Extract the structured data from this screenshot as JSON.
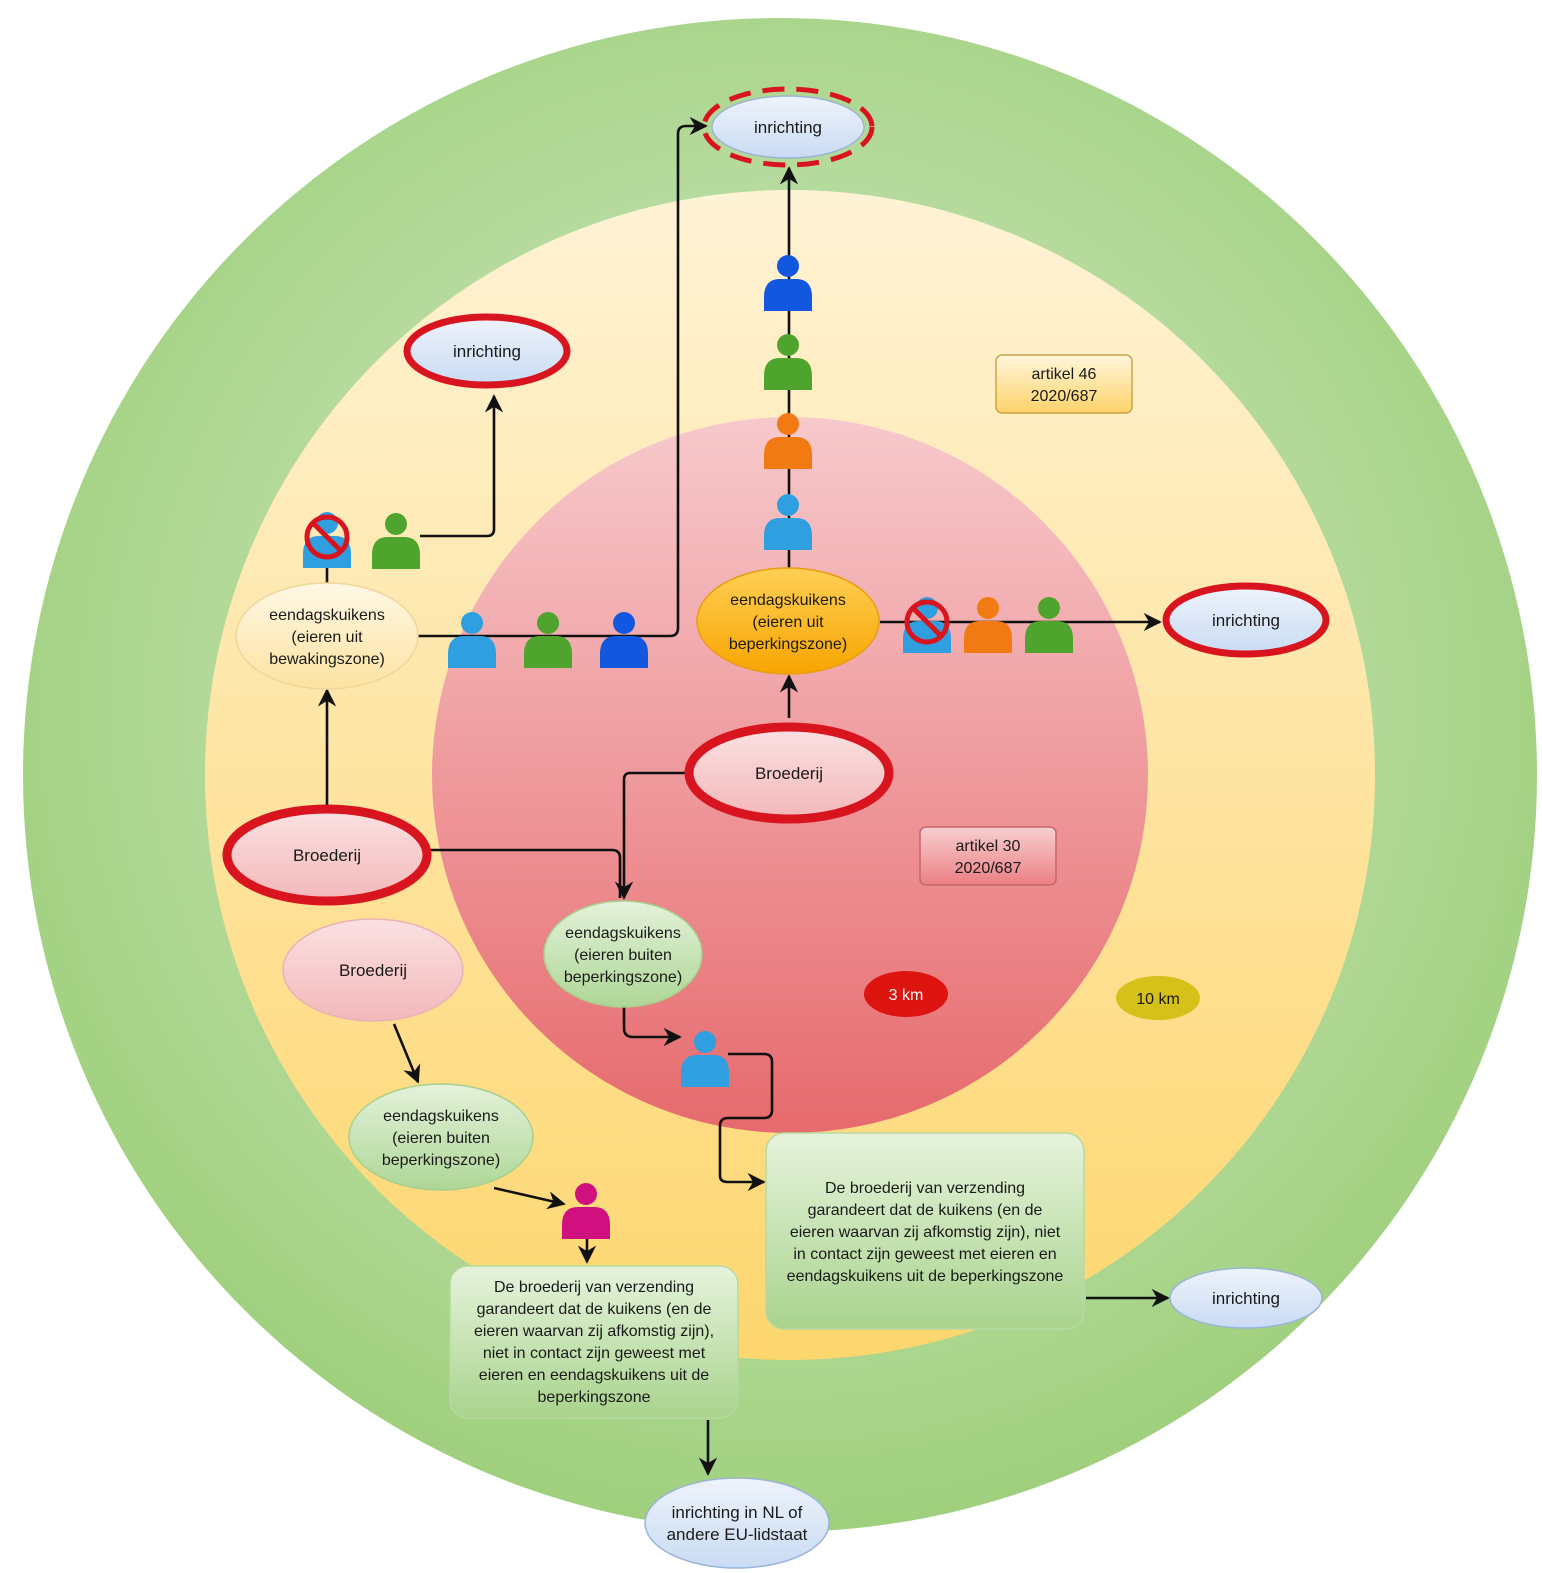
{
  "zones": {
    "outer_radius_label": "10 km",
    "inner_radius_label": "3 km",
    "article_yellow": [
      "artikel 46",
      "2020/687"
    ],
    "article_red": [
      "artikel 30",
      "2020/687"
    ]
  },
  "nodes": {
    "inr_top": [
      "inrichting"
    ],
    "inr_left": [
      "inrichting"
    ],
    "inr_right": [
      "inrichting"
    ],
    "inr_lower_right": [
      "inrichting"
    ],
    "inr_bottom": [
      "inrichting in NL of",
      "andere EU-lidstaat"
    ],
    "broed_center": [
      "Broederij"
    ],
    "broed_left_red": [
      "Broederij"
    ],
    "broed_left_pink": [
      "Broederij"
    ],
    "eend_bewaking": [
      "eendagskuikens",
      "(eieren uit",
      "bewakingszone)"
    ],
    "eend_beperking": [
      "eendagskuikens",
      "(eieren uit",
      "beperkingszone)"
    ],
    "eend_buiten_center": [
      "eendagskuikens",
      "(eieren buiten",
      "beperkingszone)"
    ],
    "eend_buiten_left": [
      "eendagskuikens",
      "(eieren buiten",
      "beperkingszone)"
    ]
  },
  "notes": {
    "right": [
      "De broederij van verzending",
      "garandeert dat de kuikens (en de",
      "eieren waarvan zij afkomstig zijn), niet",
      "in contact zijn geweest met eieren en",
      "eendagskuikens uit de beperkingszone"
    ],
    "left": [
      "De broederij van verzending",
      "garandeert dat de kuikens (en de",
      "eieren waarvan zij afkomstig zijn),",
      "niet in contact zijn geweest met",
      "eieren en eendagskuikens uit de",
      "beperkingszone"
    ]
  },
  "colors": {
    "person_light_blue": "#2f9fe0",
    "person_green": "#4ea42c",
    "person_orange": "#f27a12",
    "person_dark_blue": "#1257e0",
    "person_magenta": "#d0107e",
    "forbidden_red": "#d8141e"
  },
  "persons": [
    {
      "id": "p-stack-top",
      "color": "dark_blue",
      "forbidden": false
    },
    {
      "id": "p-stack-2",
      "color": "green",
      "forbidden": false
    },
    {
      "id": "p-stack-3",
      "color": "orange",
      "forbidden": false
    },
    {
      "id": "p-stack-4",
      "color": "light_blue",
      "forbidden": false
    },
    {
      "id": "p-right-1",
      "color": "light_blue",
      "forbidden": true
    },
    {
      "id": "p-right-2",
      "color": "orange",
      "forbidden": false
    },
    {
      "id": "p-right-3",
      "color": "green",
      "forbidden": false
    },
    {
      "id": "p-left-forbidden",
      "color": "light_blue",
      "forbidden": true
    },
    {
      "id": "p-left-green",
      "color": "green",
      "forbidden": false
    },
    {
      "id": "p-mid-1",
      "color": "light_blue",
      "forbidden": false
    },
    {
      "id": "p-mid-2",
      "color": "green",
      "forbidden": false
    },
    {
      "id": "p-mid-3",
      "color": "dark_blue",
      "forbidden": false
    },
    {
      "id": "p-center-low",
      "color": "light_blue",
      "forbidden": false
    },
    {
      "id": "p-magenta",
      "color": "magenta",
      "forbidden": false
    }
  ]
}
